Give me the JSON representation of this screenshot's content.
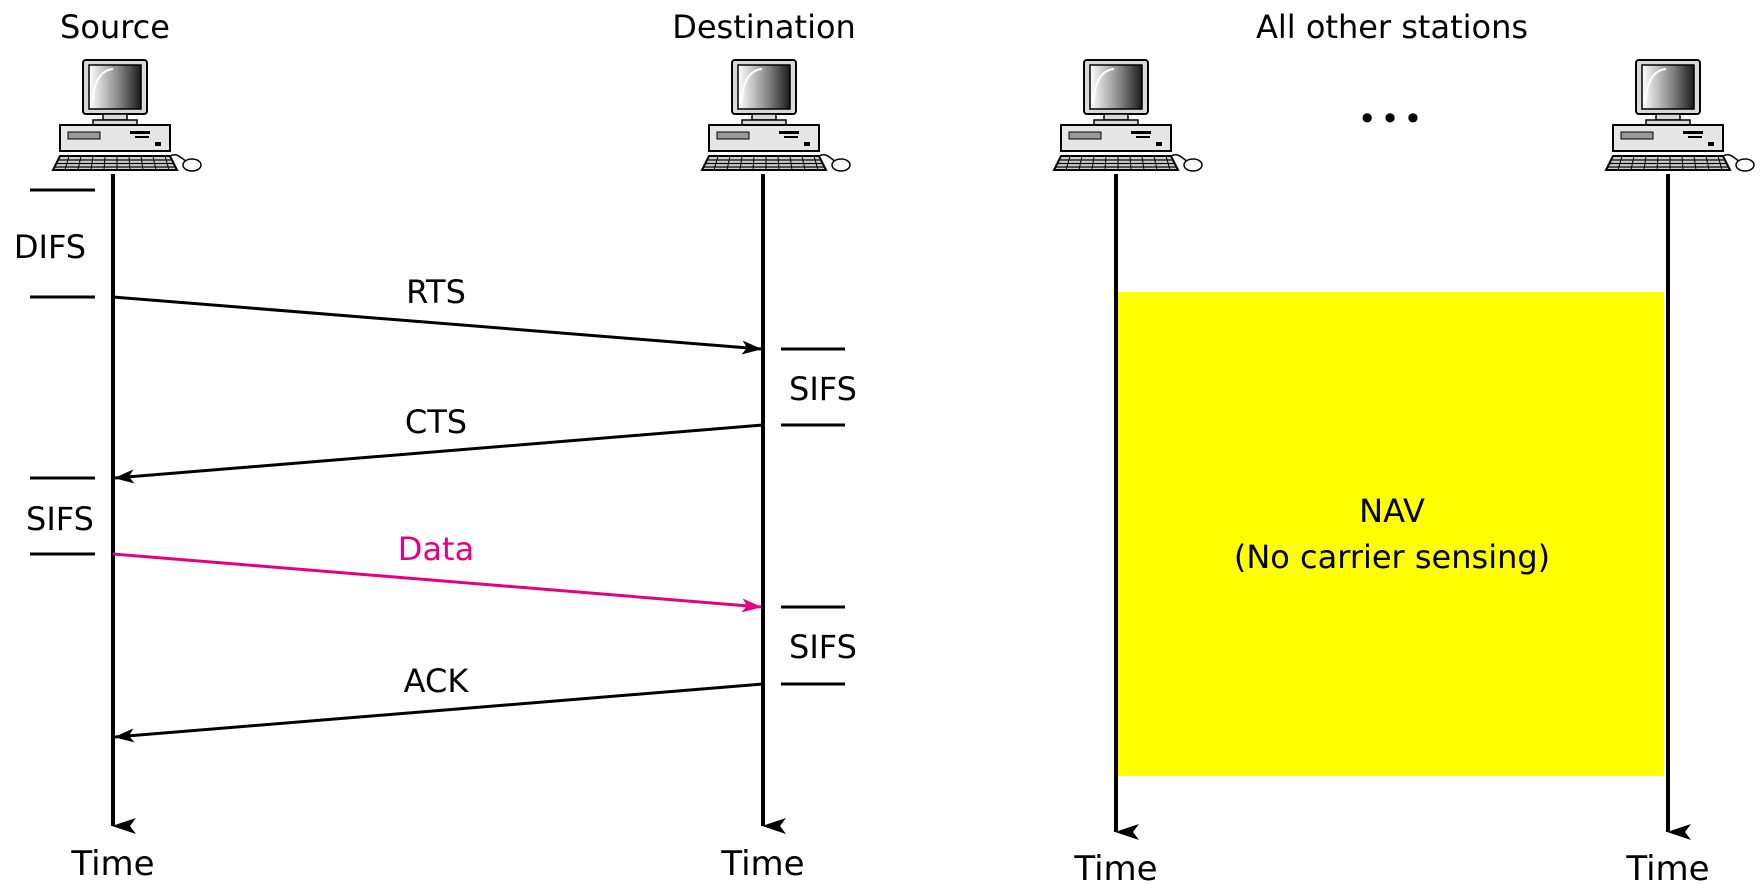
{
  "stations": {
    "source": {
      "label": "Source",
      "time_label": "Time"
    },
    "destination": {
      "label": "Destination",
      "time_label": "Time"
    },
    "others": {
      "label": "All other stations",
      "ellipsis": "•••",
      "time_label_left": "Time",
      "time_label_right": "Time"
    }
  },
  "intervals": {
    "source_difs": "DIFS",
    "dest_sifs_1": "SIFS",
    "source_sifs": "SIFS",
    "dest_sifs_2": "SIFS"
  },
  "frames": {
    "rts": "RTS",
    "cts": "CTS",
    "data": "Data",
    "ack": "ACK"
  },
  "nav": {
    "title": "NAV",
    "subtitle": "(No carrier sensing)"
  },
  "colors": {
    "line": "#000000",
    "data_arrow": "#e6007e",
    "nav_fill": "#ffff00"
  },
  "icons": [
    "computer-icon"
  ]
}
